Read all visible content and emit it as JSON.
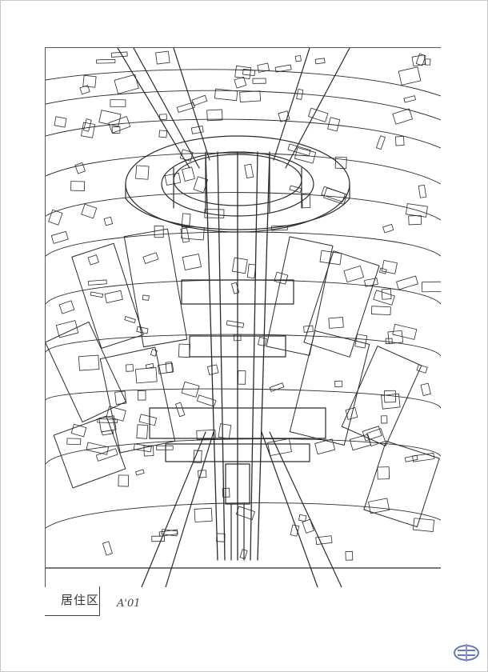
{
  "drawing": {
    "title": "居住区",
    "signature": "A'01"
  },
  "icons": {
    "artwork": "city-shaft-sketch",
    "logo": "publisher-logo-icon"
  },
  "colors": {
    "line": "#2a2a2a",
    "paper": "#ffffff"
  }
}
